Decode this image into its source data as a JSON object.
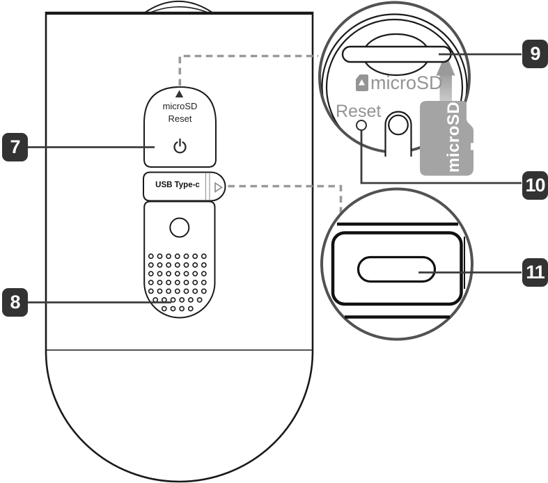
{
  "badges": {
    "b7": "7",
    "b8": "8",
    "b9": "9",
    "b10": "10",
    "b11": "11"
  },
  "device": {
    "panel_microsd": "microSD",
    "panel_reset": "Reset",
    "usb_label": "USB Type-c"
  },
  "sd_inset": {
    "microsd": "microSD",
    "reset": "Reset",
    "card_label": "microSD"
  },
  "colors": {
    "line_art": "#1a1a1a",
    "badge_bg": "#333333",
    "badge_text": "#ffffff",
    "inset_ring": "#525252",
    "muted_text": "#949494",
    "dashed_line": "#9a9a9a",
    "leader_line": "#3c3c3c",
    "card_gray": "#a4a4a4",
    "arrow_gray": "#9a9a9a"
  }
}
